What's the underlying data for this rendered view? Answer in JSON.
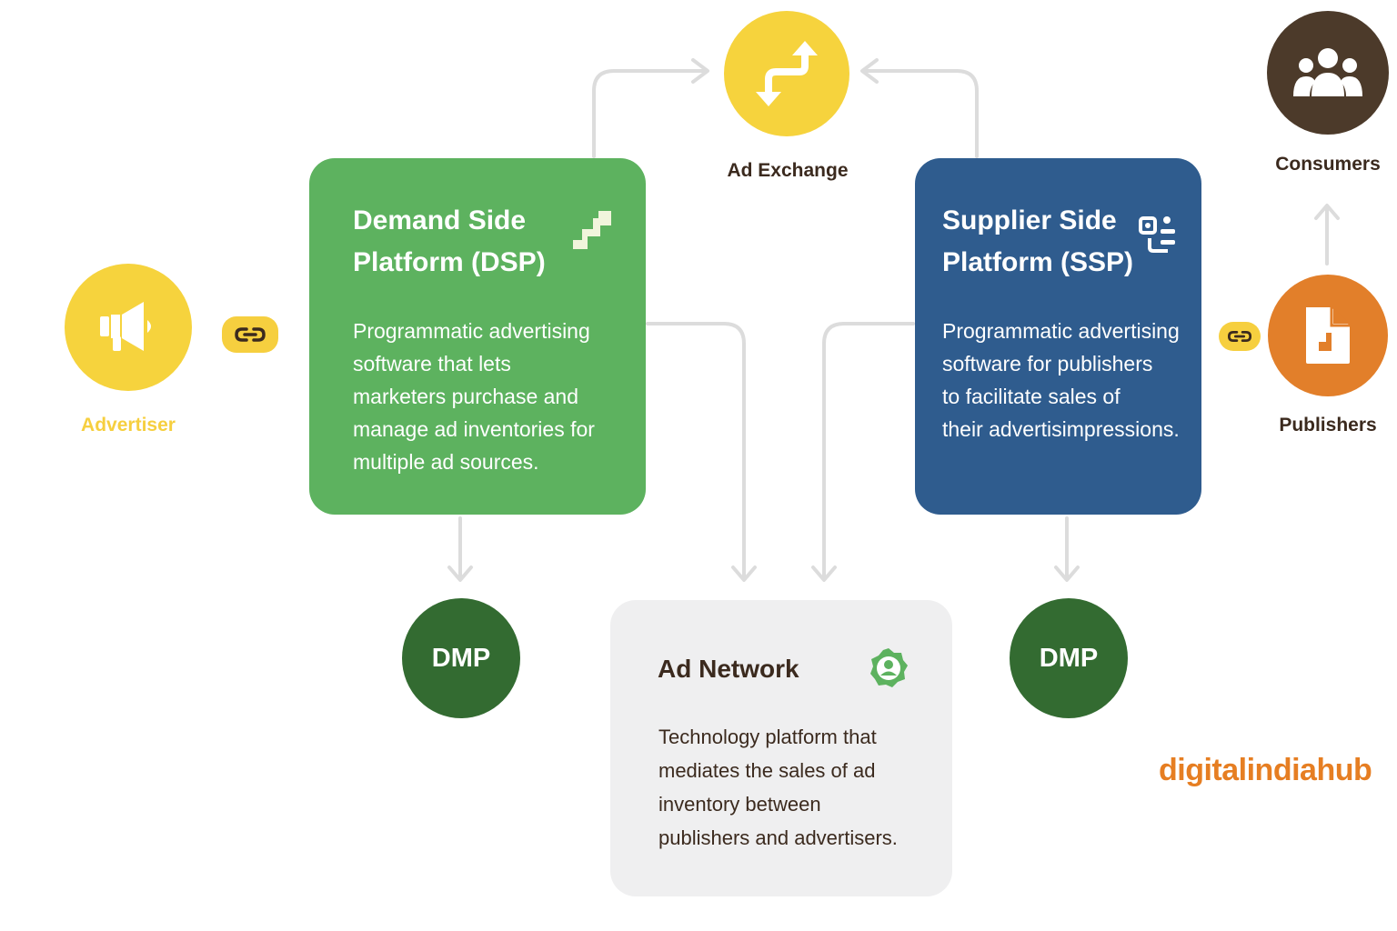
{
  "nodes": {
    "ad_exchange": {
      "label": "Ad Exchange",
      "icon": "exchange-arrows-icon"
    },
    "consumers": {
      "label": "Consumers",
      "icon": "users-group-icon"
    },
    "advertiser": {
      "label": "Advertiser",
      "icon": "megaphone-icon"
    },
    "publishers": {
      "label": "Publishers",
      "icon": "document-icon"
    }
  },
  "dsp": {
    "title_line1": "Demand Side",
    "title_line2": "Platform (DSP)",
    "icon": "stairs-icon",
    "desc": [
      "Programmatic advertising",
      "software that lets",
      "marketers purchase and",
      "manage ad inventories for",
      "multiple ad sources."
    ]
  },
  "ssp": {
    "title_line1": "Supplier Side",
    "title_line2": "Platform (SSP)",
    "icon": "connector-icon",
    "desc": [
      "Programmatic advertising",
      "software for publishers",
      "to facilitate sales of",
      "their advertisimpressions."
    ]
  },
  "ad_network": {
    "title": "Ad Network",
    "icon": "user-badge-icon",
    "desc": [
      "Technology platform that",
      "mediates the sales of ad",
      "inventory between",
      "publishers and advertisers."
    ]
  },
  "dmp_left": {
    "label": "DMP"
  },
  "dmp_right": {
    "label": "DMP"
  },
  "brand": {
    "text": "digitalindiahub"
  },
  "colors": {
    "yellow": "#f6d33d",
    "green_card": "#5db25f",
    "blue_card": "#2f5c8e",
    "dark_brown": "#4c3a2a",
    "orange": "#e27f2a",
    "dmp_green": "#336b31",
    "grey_card": "#efeff0",
    "connector": "#dcdcdc",
    "brand_orange": "#e67e22"
  }
}
